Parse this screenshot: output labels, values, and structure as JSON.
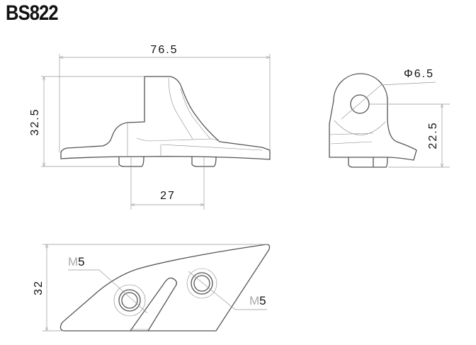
{
  "title": "BS822",
  "side_view": {
    "width_dim": "76.5",
    "height_dim": "32.5",
    "hole_spacing_dim": "27"
  },
  "end_view": {
    "hole_dia_dim": "Φ6.5",
    "hole_height_dim": "22.5"
  },
  "bottom_view": {
    "depth_dim": "32",
    "thread_label_1": {
      "prefix": "M",
      "value": "5"
    },
    "thread_label_2": {
      "prefix": "M",
      "value": "5"
    }
  }
}
